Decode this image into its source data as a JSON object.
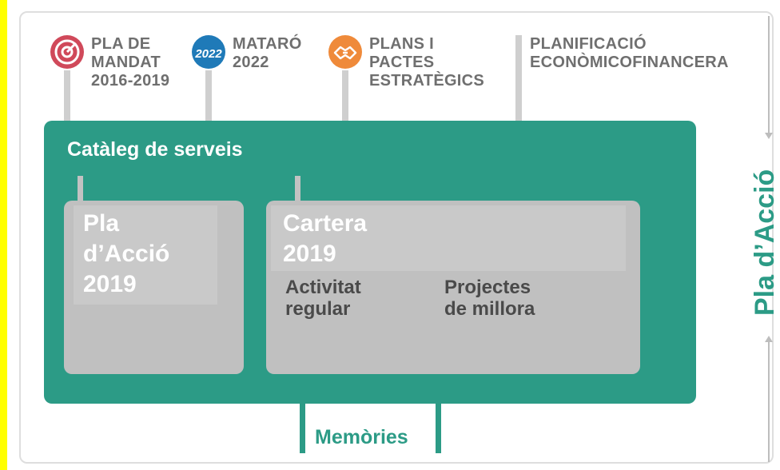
{
  "top_items": [
    {
      "label": "PLA DE\nMANDAT\n2016-2019",
      "icon": "target-icon",
      "color": "#d0495a"
    },
    {
      "label": "MATARÓ\n2022",
      "icon": "mataro-2022-logo-icon",
      "color": "#1f7ab8",
      "logo_text": "2022"
    },
    {
      "label": "PLANS I\nPACTES\nESTRATÈGICS",
      "icon": "handshake-icon",
      "color": "#ef8a3a"
    },
    {
      "label": "PLANIFICACIÓ\nECONÒMICOFINANCERA",
      "icon": "",
      "color": ""
    }
  ],
  "catalog": {
    "title": "Catàleg de serveis",
    "color": "#2c9b86"
  },
  "pla_accio_box": {
    "heading": "Pla\nd’Acció\n2019"
  },
  "cartera_box": {
    "heading": "Cartera\n2019",
    "items": [
      "Activitat\nregular",
      "Projectes\nde millora"
    ]
  },
  "bottom": {
    "label": "Memòries"
  },
  "side": {
    "label": "Pla d’Acció"
  }
}
